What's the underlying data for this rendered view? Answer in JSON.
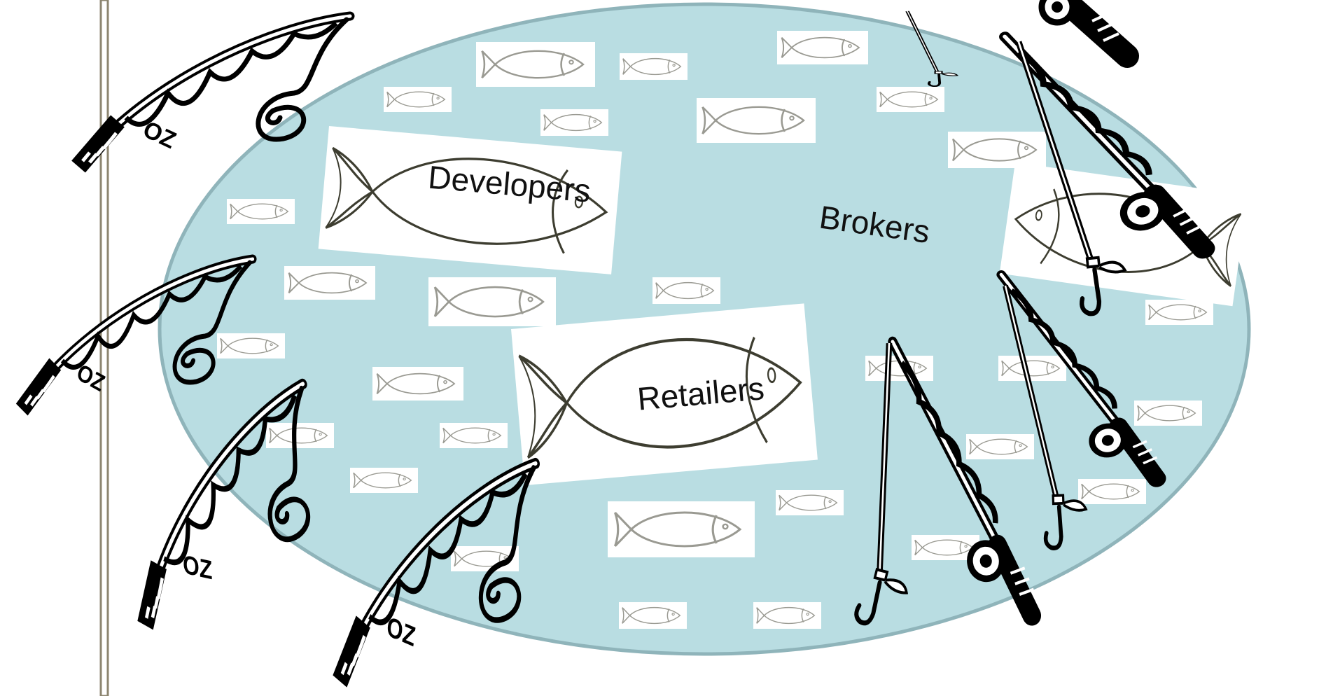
{
  "colors": {
    "pond_fill": "#b9dde2",
    "pond_stroke": "#8fb4ba",
    "ink": "#000000",
    "fish_line": "#3d3d30",
    "small_fish_line": "#9a9a92",
    "pole": "#8c8570"
  },
  "labels": {
    "developers": "Developers",
    "brokers": "Brokers",
    "retailers": "Retailers"
  },
  "icons": {
    "fish": "fish-sketch",
    "rod": "fishing-rod-with-reel",
    "hook": "fishing-hook",
    "pole": "vertical-post"
  }
}
